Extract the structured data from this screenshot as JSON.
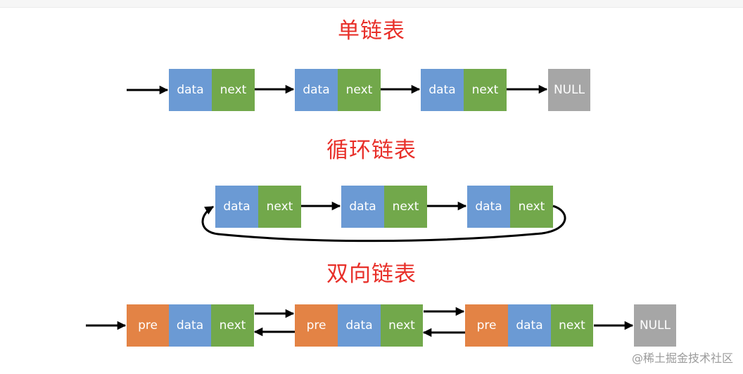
{
  "colors": {
    "data": "#6b9ad4",
    "next": "#72a84b",
    "pre": "#e38345",
    "null": "#a6a6a6",
    "title": "#e8302a",
    "arrow": "#000000"
  },
  "single": {
    "title": "单链表",
    "nodes": [
      {
        "data": "data",
        "next": "next"
      },
      {
        "data": "data",
        "next": "next"
      },
      {
        "data": "data",
        "next": "next"
      }
    ],
    "null": "NULL"
  },
  "circular": {
    "title": "循环链表",
    "nodes": [
      {
        "data": "data",
        "next": "next"
      },
      {
        "data": "data",
        "next": "next"
      },
      {
        "data": "data",
        "next": "next"
      }
    ]
  },
  "doubly": {
    "title": "双向链表",
    "nodes": [
      {
        "pre": "pre",
        "data": "data",
        "next": "next"
      },
      {
        "pre": "pre",
        "data": "data",
        "next": "next"
      },
      {
        "pre": "pre",
        "data": "data",
        "next": "next"
      }
    ],
    "null": "NULL"
  },
  "watermark": "@稀土掘金技术社区"
}
